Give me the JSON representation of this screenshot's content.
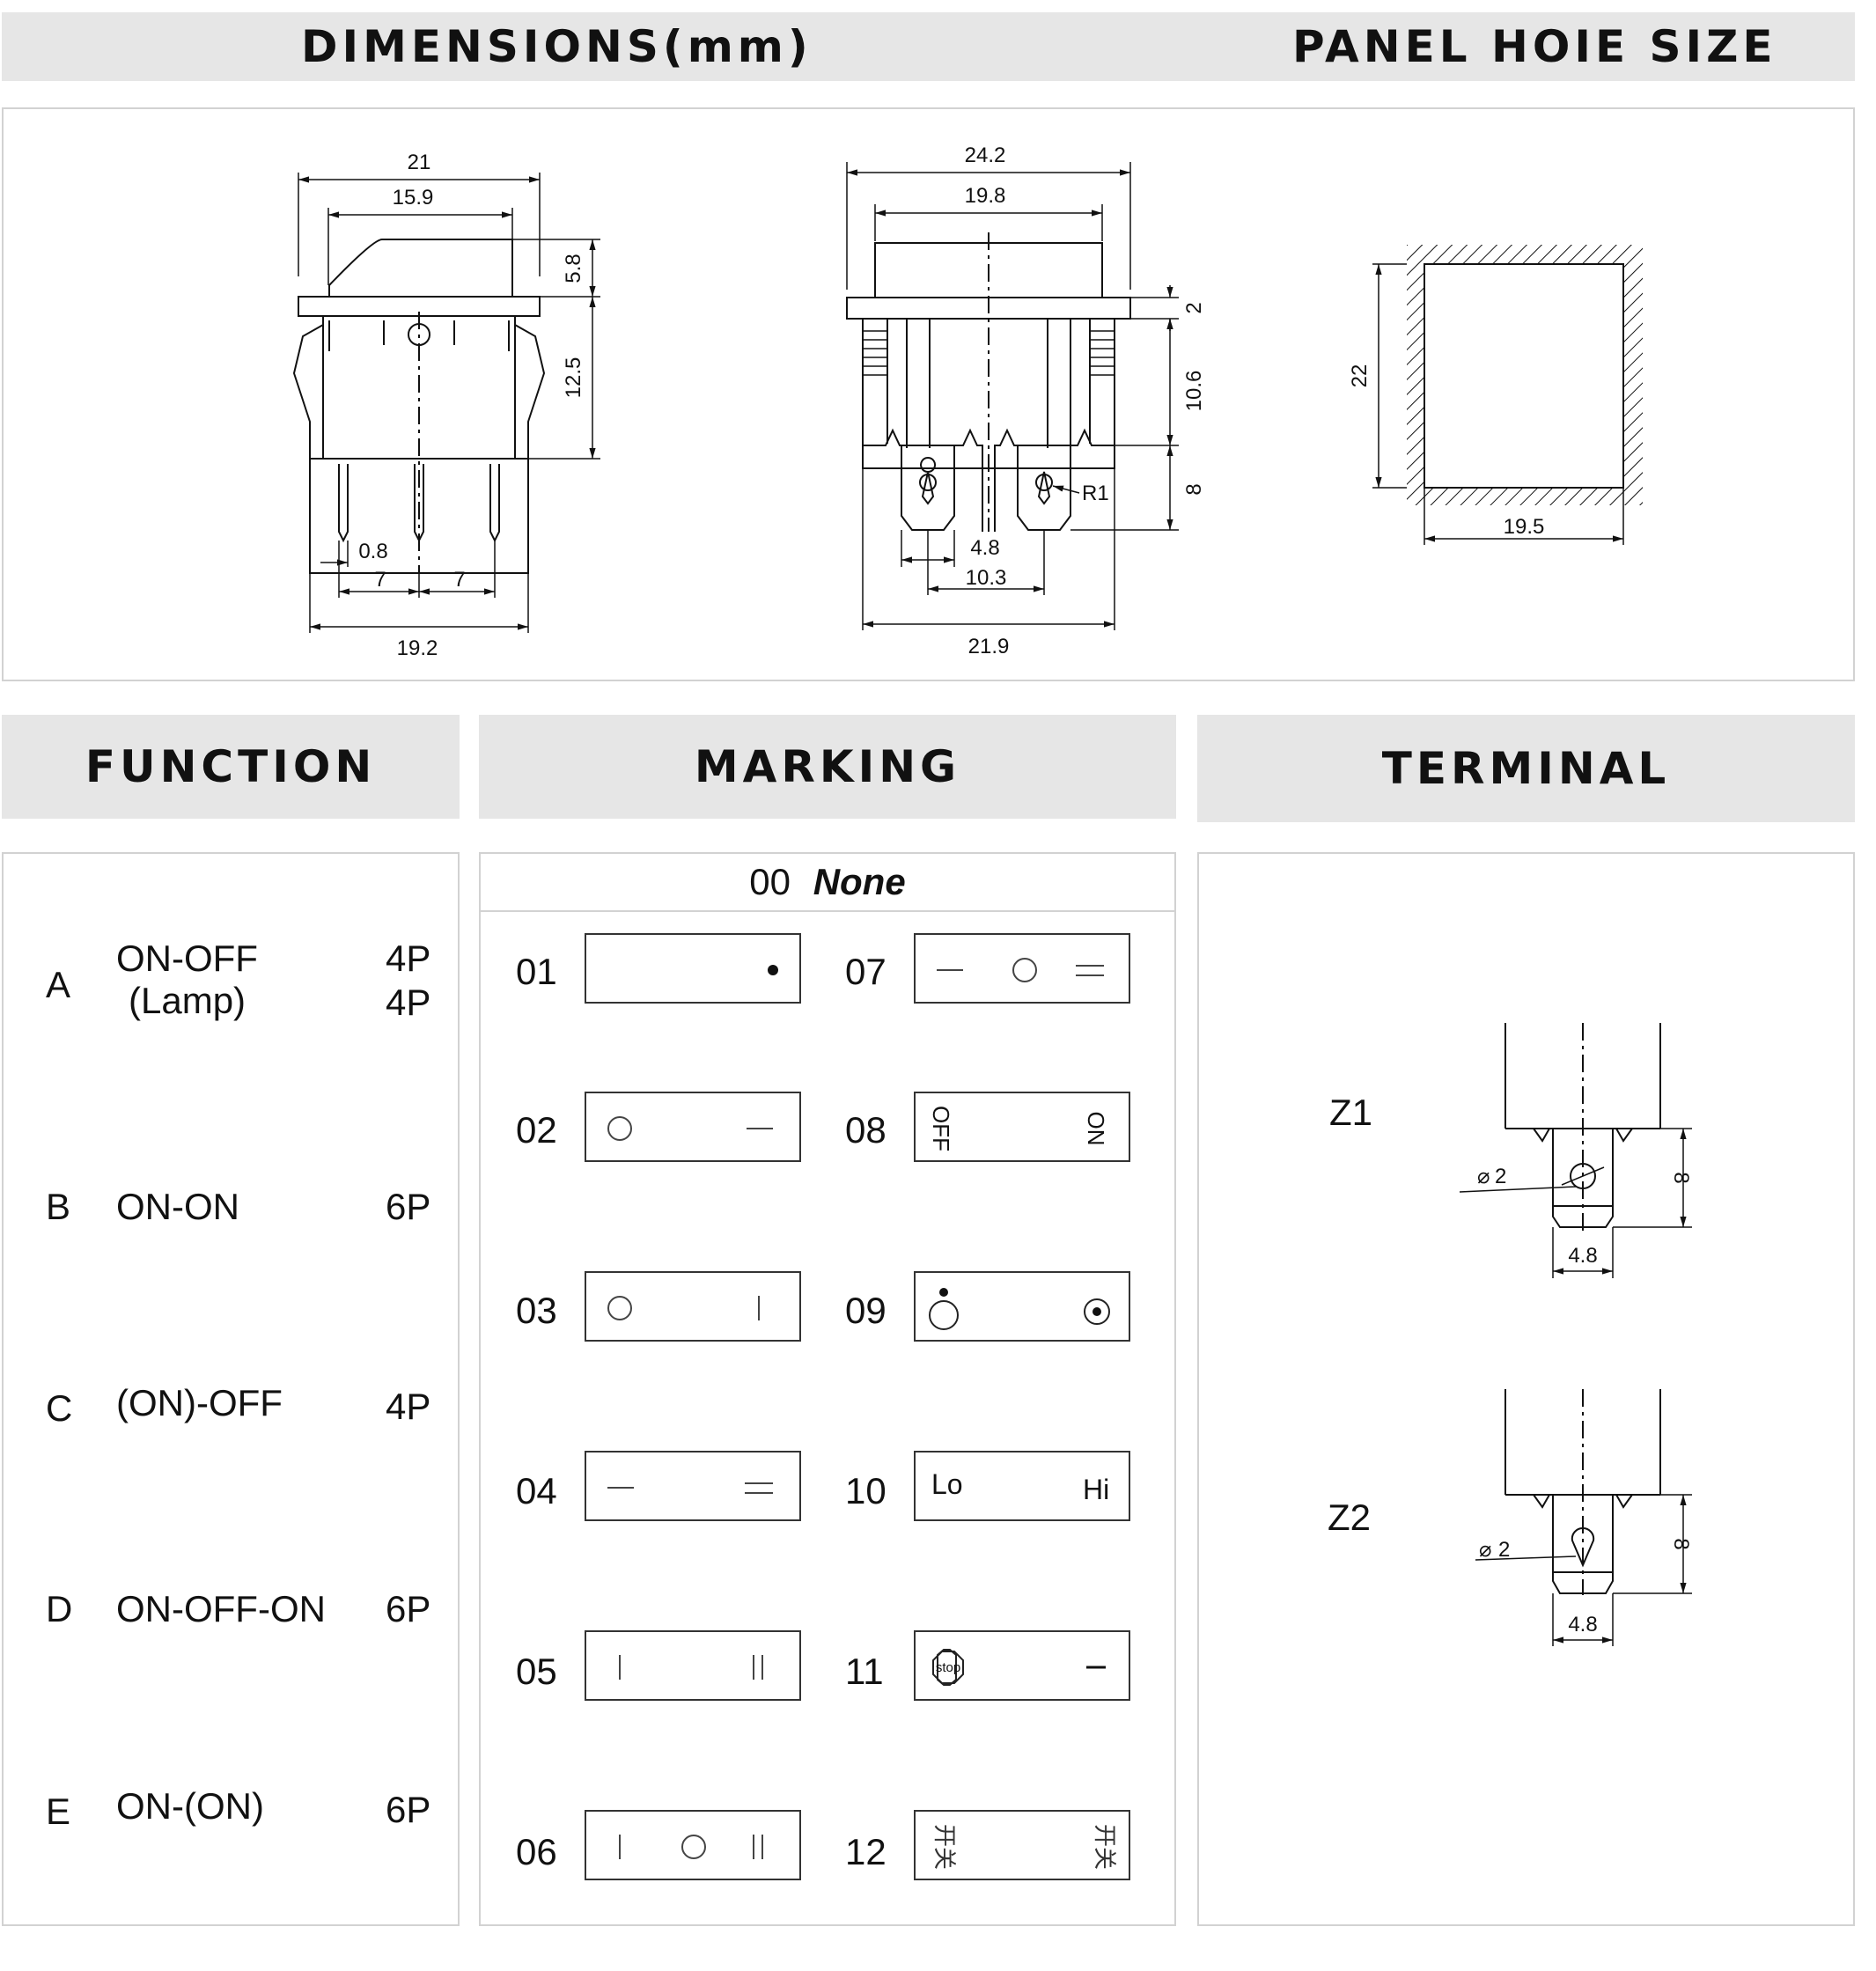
{
  "headers": {
    "dimensions": "DIMENSIONS(mm)",
    "panel_hole": "PANEL  HOIE  SIZE",
    "function": "FUNCTION",
    "marking": "MARKING",
    "terminal": "TERMINAL"
  },
  "drawing": {
    "front": {
      "d21": "21",
      "d15_9": "15.9",
      "d5_8": "5.8",
      "d12_5": "12.5",
      "d0_8": "0.8",
      "d7a": "7",
      "d7b": "7",
      "d19_2": "19.2"
    },
    "side": {
      "d24_2": "24.2",
      "d19_8": "19.8",
      "d2": "2",
      "d10_6": "10.6",
      "d8": "8",
      "r1": "R1",
      "d4_8": "4.8",
      "d10_3": "10.3",
      "d21_9": "21.9"
    },
    "hole": {
      "d22": "22",
      "d19_5": "19.5"
    }
  },
  "functions": [
    {
      "letter": "A",
      "name": "ON-OFF",
      "pins": "4P",
      "sub_name": "(Lamp)",
      "sub_pins": "4P"
    },
    {
      "letter": "B",
      "name": "ON-ON",
      "pins": "6P"
    },
    {
      "letter": "C",
      "name": "(ON)-OFF",
      "pins": "4P"
    },
    {
      "letter": "D",
      "name": "ON-OFF-ON",
      "pins": "6P"
    },
    {
      "letter": "E",
      "name": "ON-(ON)",
      "pins": "6P"
    }
  ],
  "marking": {
    "none_code": "00",
    "none_label": "None",
    "items": [
      {
        "code": "01",
        "symbol": "dot"
      },
      {
        "code": "02",
        "symbol": "circle-dash"
      },
      {
        "code": "03",
        "symbol": "circle-bar"
      },
      {
        "code": "04",
        "symbol": "dash-doubledash"
      },
      {
        "code": "05",
        "symbol": "bar-doublebar"
      },
      {
        "code": "06",
        "symbol": "bar-circle-doublebar"
      },
      {
        "code": "07",
        "symbol": "dash-circle-doubledash"
      },
      {
        "code": "08",
        "symbol": "off-on",
        "off": "OFF",
        "on": "ON"
      },
      {
        "code": "09",
        "symbol": "lamp-circle-dot"
      },
      {
        "code": "10",
        "symbol": "lo-hi",
        "lo": "Lo",
        "hi": "Hi"
      },
      {
        "code": "11",
        "symbol": "stop-dash",
        "stop": "stop"
      },
      {
        "code": "12",
        "symbol": "chinese",
        "left": "开关",
        "right": "开关"
      }
    ]
  },
  "terminal": {
    "z1": {
      "code": "Z1",
      "dia": "2",
      "width": "4.8",
      "len": "8"
    },
    "z2": {
      "code": "Z2",
      "dia": "2",
      "width": "4.8",
      "len": "8"
    }
  }
}
